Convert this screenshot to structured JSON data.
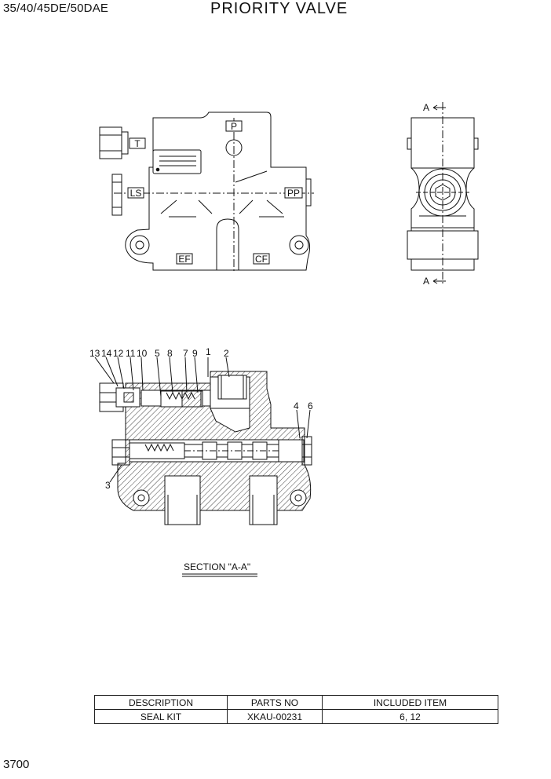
{
  "header": {
    "model": "35/40/45DE/50DAE",
    "title": "PRIORITY VALVE"
  },
  "ports": {
    "P": "P",
    "T": "T",
    "LS": "LS",
    "PP": "PP",
    "EF": "EF",
    "CF": "CF"
  },
  "side_view": {
    "section_mark_top": "A",
    "section_mark_bottom": "A"
  },
  "callouts": [
    "13",
    "14",
    "12",
    "11",
    "10",
    "5",
    "8",
    "7",
    "9",
    "1",
    "2",
    "4",
    "6",
    "3"
  ],
  "section_label": "SECTION \"A-A\"",
  "parts_table": {
    "headers": [
      "DESCRIPTION",
      "PARTS NO",
      "INCLUDED ITEM"
    ],
    "rows": [
      [
        "SEAL KIT",
        "XKAU-00231",
        "6, 12"
      ]
    ]
  },
  "page_number": "3700"
}
